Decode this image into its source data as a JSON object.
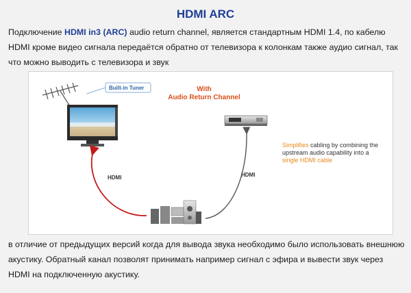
{
  "page": {
    "title": "HDMI ARC",
    "intro": {
      "p1": "Подключение ",
      "hl": "HDMI in3 (ARC)",
      "p2": " audio return channel, является стандартным HDMI 1.4, по кабелю HDMI кроме видео сигнала передаётся обратно от телевизора к колонкам также аудио сигнал, так что можно выводить с телевизора  и звук"
    },
    "outro": "в отличие от предыдущих версий когда для вывода звука необходимо было использовать внешнюю акустику. Обратный канал позволят принимать например сигнал  с эфира и вывести звук через HDMI на подключенную акустику."
  },
  "diagram": {
    "tuner_label": "Built-in Tuner",
    "arc_line1": "With",
    "arc_line2": "Audio Return Channel",
    "hdmi_left": "HDMI",
    "hdmi_right": "HDMI",
    "note": {
      "a": "Simplifies",
      "b": " cabling by combining the upstream audio capability into a ",
      "c": "single HDMI cable"
    }
  }
}
